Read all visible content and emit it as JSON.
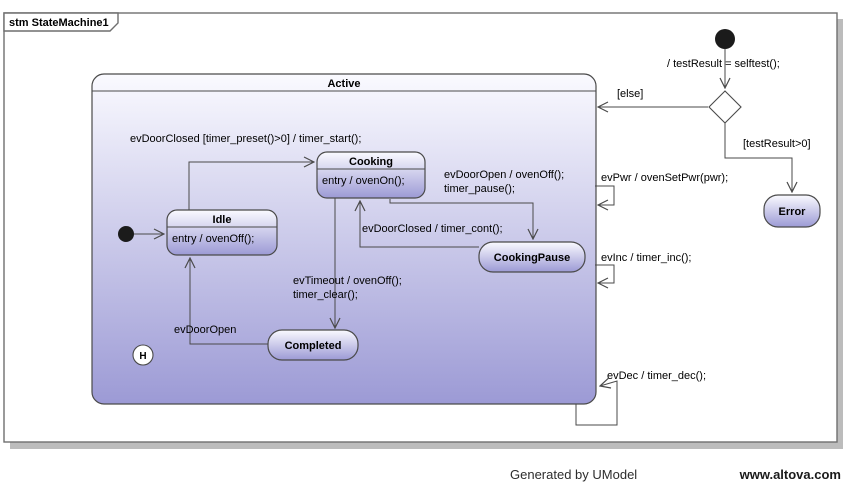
{
  "frame": {
    "title": "stm StateMachine1"
  },
  "footer": {
    "generated_by": "Generated by UModel",
    "website": "www.altova.com"
  },
  "colors": {
    "state_fill_top": "#fafaff",
    "state_fill_bottom": "#9c9ad5",
    "state_border": "#4a4a4a",
    "line": "#4a4a4a",
    "frame_border": "#6f6f6f",
    "shadow": "#bcbcbc",
    "text": "#000000"
  },
  "states": {
    "active": {
      "name": "Active"
    },
    "idle": {
      "name": "Idle",
      "internal": "entry / ovenOff();"
    },
    "cooking": {
      "name": "Cooking",
      "internal": "entry / ovenOn();"
    },
    "cookingPause": {
      "name": "CookingPause"
    },
    "completed": {
      "name": "Completed"
    },
    "error": {
      "name": "Error"
    }
  },
  "pseudostates": {
    "history_label": "H"
  },
  "transitions": {
    "idleToCooking": "evDoorClosed [timer_preset()>0] / timer_start();",
    "cookingToPauseLine1": "evDoorOpen / ovenOff();",
    "cookingToPauseLine2": "timer_pause();",
    "pauseToCooking": "evDoorClosed / timer_cont();",
    "cookingToCompletedLine1": "evTimeout / ovenOff();",
    "cookingToCompletedLine2": "timer_clear();",
    "completedToIdle": "evDoorOpen",
    "initToChoice": "/ testResult = selftest();",
    "choiceToActive": "[else]",
    "choiceToError": "[testResult>0]",
    "selfPwr": "evPwr / ovenSetPwr(pwr);",
    "selfInc": "evInc / timer_inc();",
    "selfDec": "evDec / timer_dec();"
  }
}
